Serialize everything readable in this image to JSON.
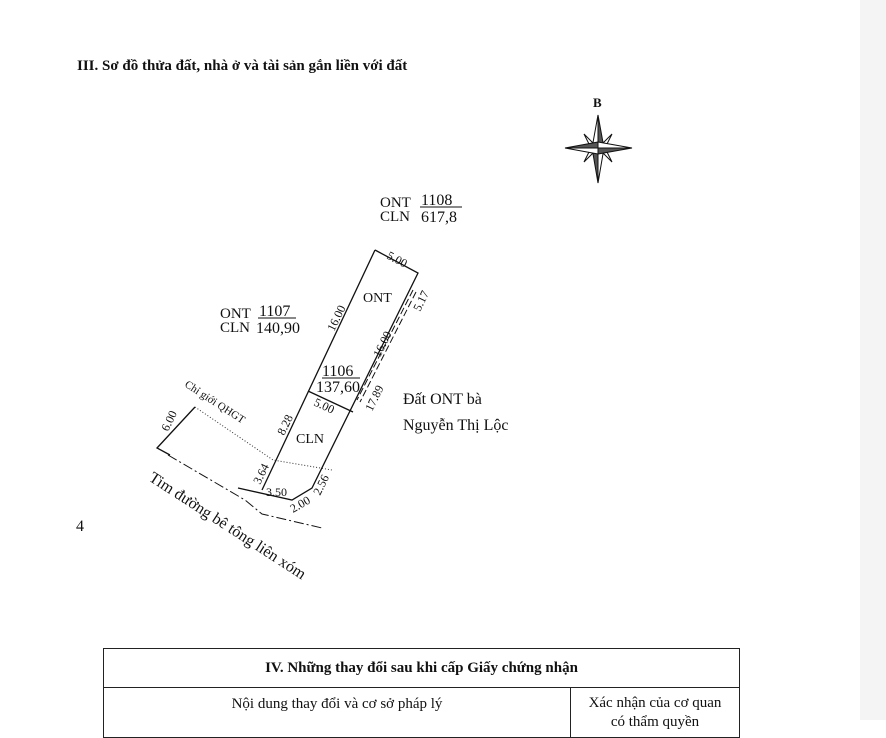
{
  "section_iii_title": "III. Sơ đồ thửa đất, nhà ở và tài sản gắn liền với đất",
  "page_number": "4",
  "compass": {
    "north_label": "B",
    "icon": "compass-rose-icon"
  },
  "parcels": {
    "p1108": {
      "use1": "ONT",
      "use2": "CLN",
      "number": "1108",
      "area": "617,8"
    },
    "p1107": {
      "use1": "ONT",
      "use2": "CLN",
      "number": "1107",
      "area": "140,90"
    },
    "p1106": {
      "number": "1106",
      "area": "137,60",
      "zone_top": "ONT",
      "zone_bottom": "CLN"
    },
    "neighbor_line1": "Đất ONT bà",
    "neighbor_line2": "Nguyễn Thị Lộc"
  },
  "dimensions": {
    "top": "5.00",
    "right_top": "5.17",
    "left_upper": "16.00",
    "right_inner": "16.00",
    "divider": "5.00",
    "right_lower": "17.89",
    "left_lower": "8.28",
    "left_bottom": "3.64",
    "bottom_left": "3.50",
    "bottom_mid": "2.00",
    "bottom_right": "2.56",
    "west_parcel": "6.00"
  },
  "labels": {
    "planning_boundary": "Chỉ giới QHGT",
    "road_center": "Tim đường bê tông liên xóm"
  },
  "section_iv": {
    "title": "IV. Những thay đổi sau khi cấp Giấy chứng nhận",
    "col1": "Nội dung thay đổi và cơ sở pháp lý",
    "col2_line1": "Xác nhận của cơ quan",
    "col2_line2": "có thẩm quyền"
  }
}
